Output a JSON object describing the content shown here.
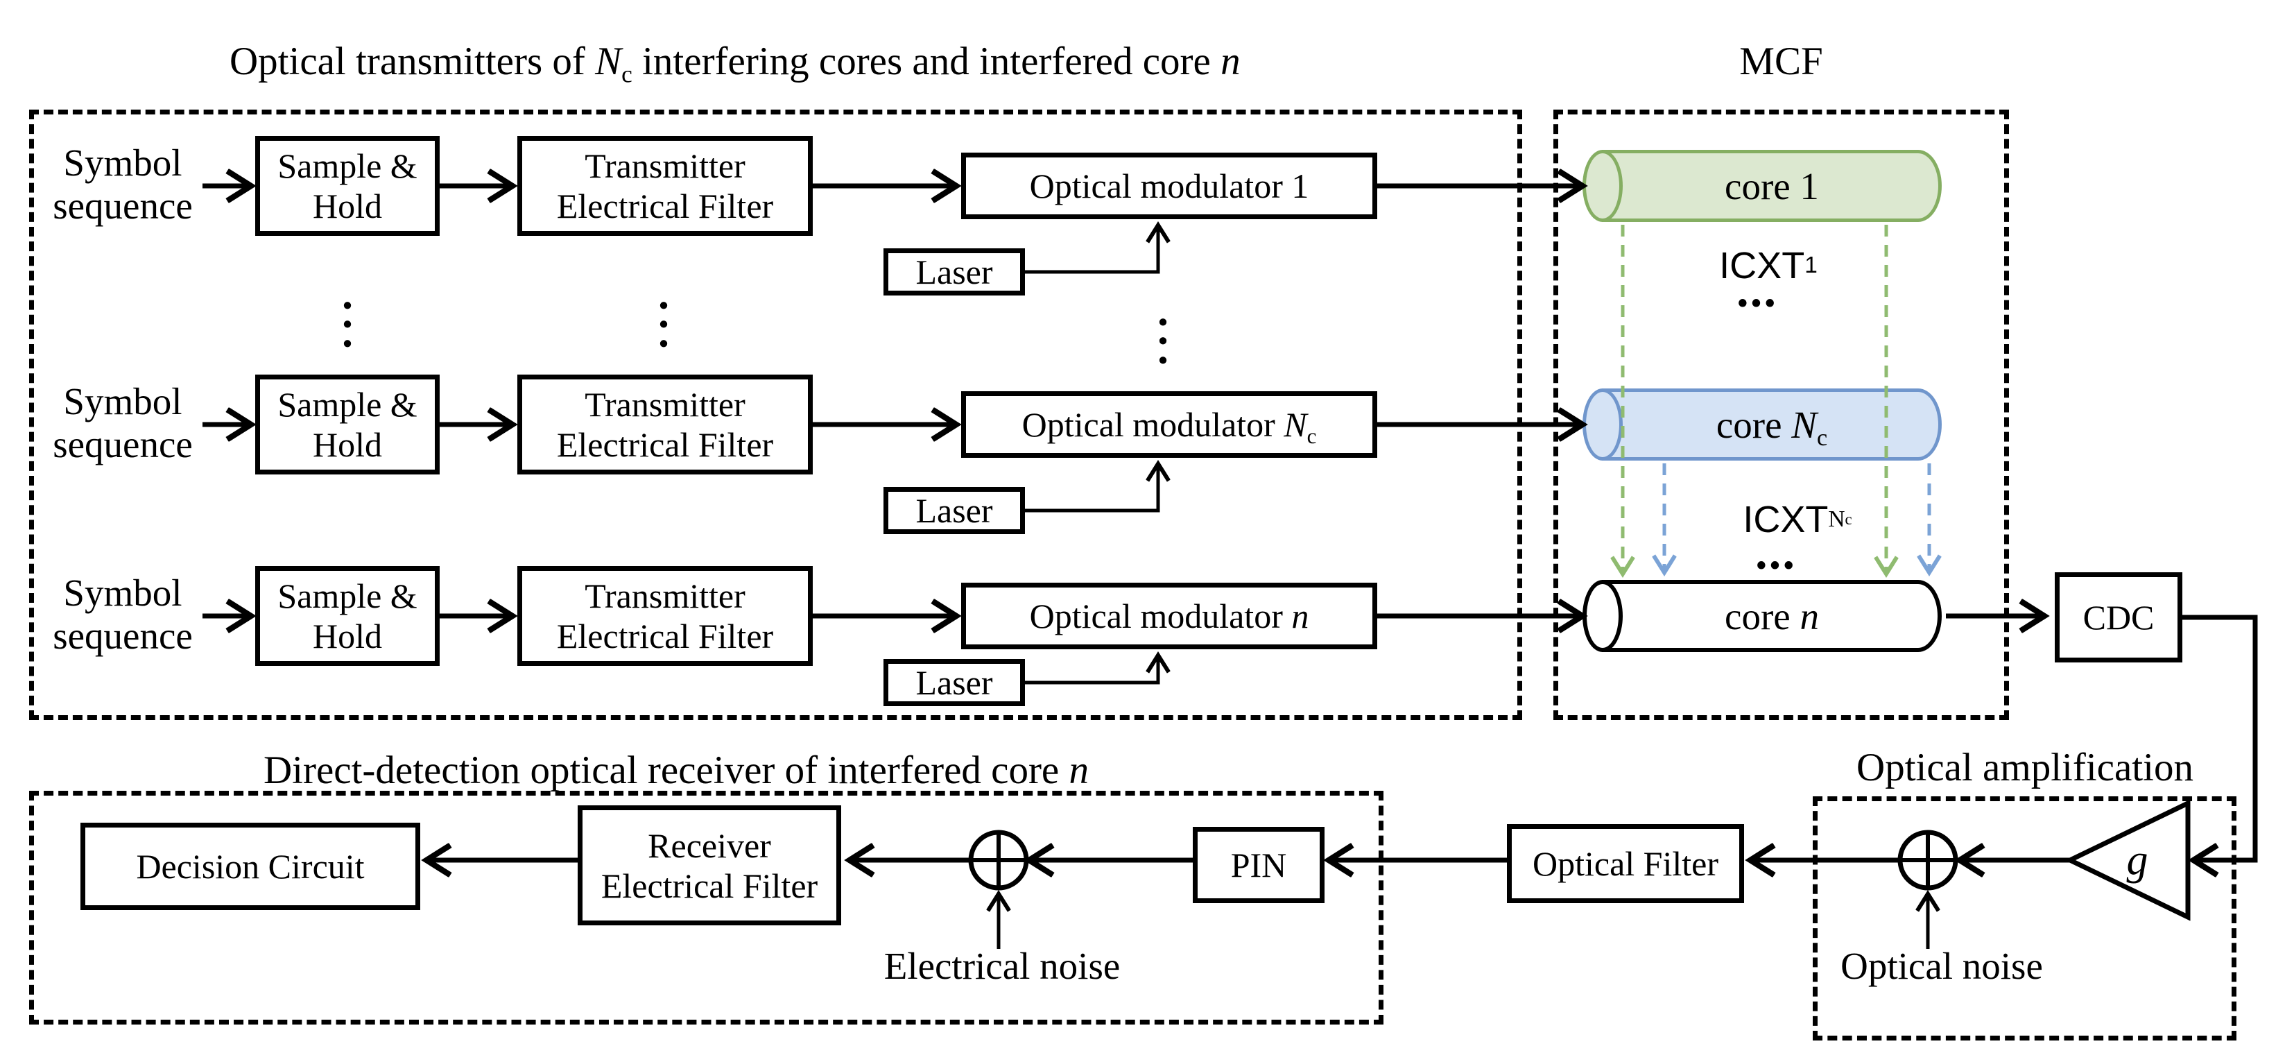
{
  "titles": {
    "transmitters": [
      {
        "k": "p",
        "t": "Optical transmitters of "
      },
      {
        "k": "i",
        "t": "N"
      },
      {
        "k": "sub",
        "t": "c"
      },
      {
        "k": "p",
        "t": " interfering cores and interfered core "
      },
      {
        "k": "i",
        "t": "n"
      }
    ],
    "mcf": "MCF",
    "receiver": [
      {
        "k": "p",
        "t": "Direct-detection optical receiver of interfered core "
      },
      {
        "k": "i",
        "t": "n"
      }
    ],
    "amplification": "Optical amplification"
  },
  "rows": [
    {
      "symbol": "Symbol\nsequence",
      "sample_hold": "Sample &\nHold",
      "tx_filter": "Transmitter\nElectrical Filter",
      "laser": "Laser",
      "modulator": [
        {
          "k": "p",
          "t": "Optical modulator 1"
        }
      ],
      "core": [
        {
          "k": "p",
          "t": "core 1"
        }
      ]
    },
    {
      "symbol": "Symbol\nsequence",
      "sample_hold": "Sample &\nHold",
      "tx_filter": "Transmitter\nElectrical Filter",
      "laser": "Laser",
      "modulator": [
        {
          "k": "p",
          "t": "Optical modulator "
        },
        {
          "k": "i",
          "t": "N"
        },
        {
          "k": "sub",
          "t": "c"
        }
      ],
      "core": [
        {
          "k": "p",
          "t": "core "
        },
        {
          "k": "i",
          "t": "N"
        },
        {
          "k": "sub",
          "t": "c"
        }
      ]
    },
    {
      "symbol": "Symbol\nsequence",
      "sample_hold": "Sample &\nHold",
      "tx_filter": "Transmitter\nElectrical Filter",
      "laser": "Laser",
      "modulator": [
        {
          "k": "p",
          "t": "Optical modulator "
        },
        {
          "k": "i",
          "t": "n"
        }
      ],
      "core": [
        {
          "k": "p",
          "t": "core "
        },
        {
          "k": "i",
          "t": "n"
        }
      ]
    }
  ],
  "mcf_detail": {
    "icxt1": [
      {
        "k": "p",
        "t": "ICXT"
      },
      {
        "k": "sub",
        "t": "1"
      }
    ],
    "icxt_nc": [
      {
        "k": "p",
        "t": "ICXT"
      },
      {
        "k": "subsrf",
        "t": "N"
      },
      {
        "k": "subsubsrf",
        "t": "c"
      }
    ],
    "hdots": "•••",
    "vdots": "•\n•\n•"
  },
  "chain": {
    "cdc": "CDC",
    "gain": [
      {
        "k": "i",
        "t": "g"
      }
    ],
    "optical_noise": "Optical noise",
    "optical_filter": "Optical Filter"
  },
  "receiver": {
    "pin": "PIN",
    "electrical_noise": "Electrical noise",
    "rx_filter": "Receiver\nElectrical Filter",
    "decision": "Decision Circuit"
  },
  "colors": {
    "line_black": "#000000",
    "core1_fill": "#dce8d0",
    "core1_stroke": "#85ae62",
    "core_nc_fill": "#d5e3f5",
    "core_nc_stroke": "#7096cc",
    "core_n_stroke": "#000000",
    "icxt_green_arrow": "#8fbb70",
    "icxt_blue_arrow": "#7ba3d6"
  }
}
